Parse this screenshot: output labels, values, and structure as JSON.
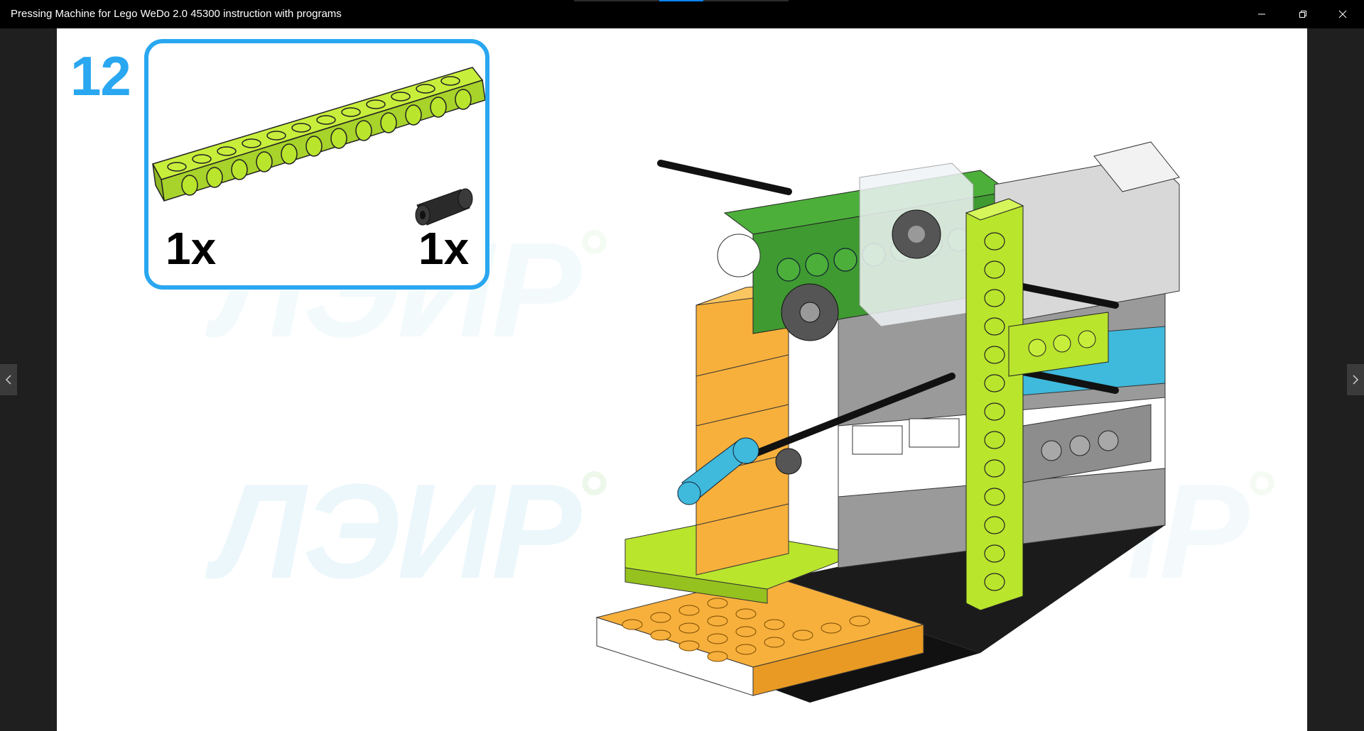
{
  "window": {
    "title": "Pressing Machine for Lego WeDo 2.0 45300 instruction with programs",
    "controls": [
      "minimize-icon",
      "restore-icon",
      "close-icon"
    ]
  },
  "instruction_page": {
    "step_number": "12",
    "parts": [
      {
        "name": "green-technic-beam",
        "quantity": "1x"
      },
      {
        "name": "black-connector-peg",
        "quantity": "1x"
      }
    ],
    "watermark_text": "ЛЭИР"
  },
  "navigation": {
    "prev_icon": "chevron-left-icon",
    "next_icon": "chevron-right-icon"
  },
  "colors": {
    "accent_blue": "#29a7f0",
    "lime": "#b9e52d",
    "green": "#4caf3a",
    "orange": "#f7b03c",
    "gray": "#9a9a9a",
    "black": "#1b1b1b",
    "azure": "#3fb9dc"
  }
}
